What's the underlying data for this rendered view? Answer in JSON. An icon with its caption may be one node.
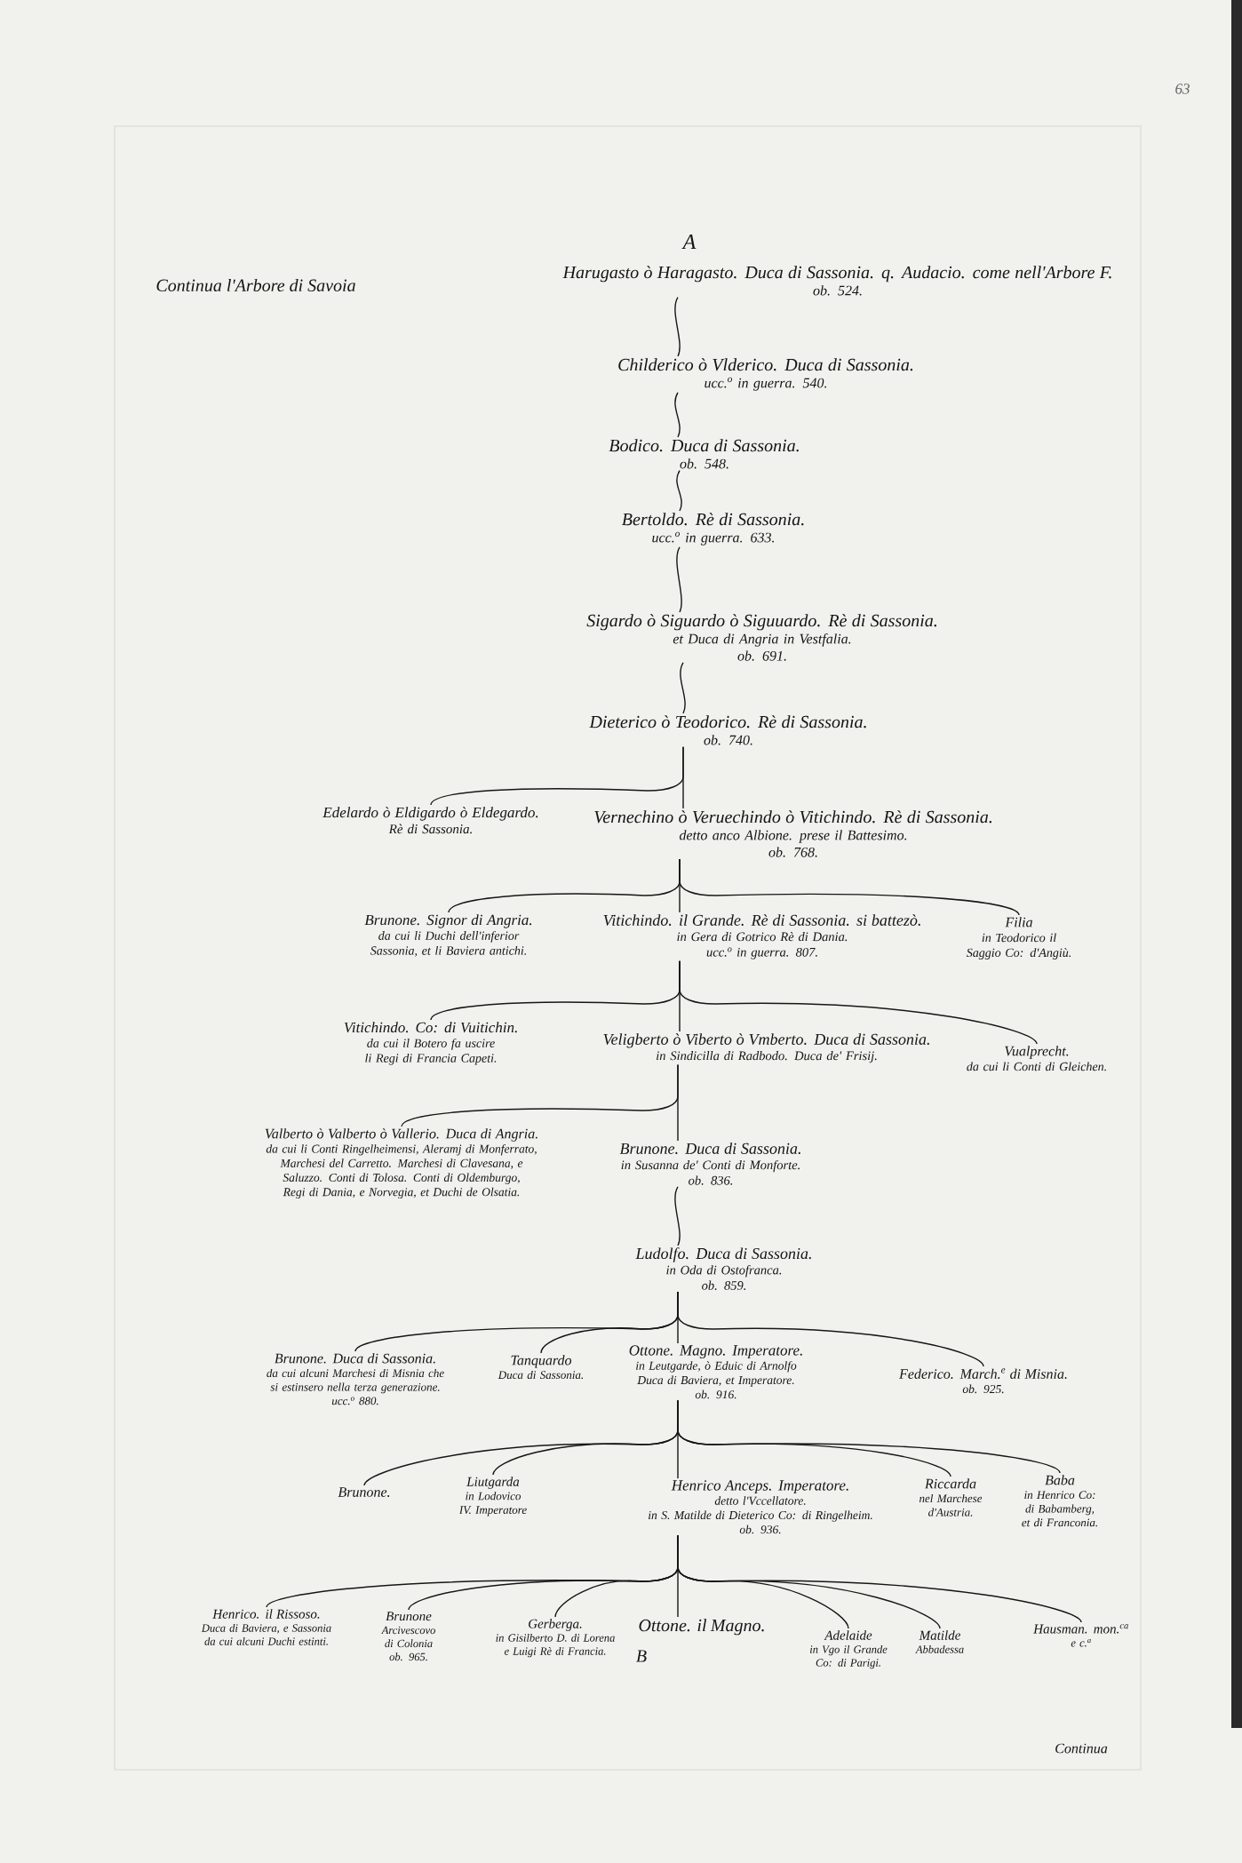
{
  "diagram": {
    "nodes": [
      {
        "text": [
          "Harugasto ò Haragasto. Duca di Sassonia. q. Audacio. come nell'Arbore F.",
          "ob. 524."
        ],
        "beside": [
          "A"
        ]
      },
      {
        "text": [
          "Childerico ò Vlderico. Duca di Sassonia.",
          "ucc.$^{o}$ in guerra. 540."
        ]
      },
      {
        "text": [
          "Bodico. Duca di Sassonia.",
          "ob. 548."
        ]
      },
      {
        "text": [
          "Bertoldo. Rè di Sassonia.",
          "ucc.$^{o}$ in guerra. 633."
        ]
      },
      {
        "text": [
          "Sigardo ò Siguardo ò Siguuardo. Rè di Sassonia.",
          "et Duca di Angria in Vestfalia.",
          "ob. 691."
        ]
      },
      {
        "text": [
          "Dieterico ò Teodorico. Rè di Sassonia.",
          "ob. 740."
        ]
      },
      {
        "text": [
          "Edelardo ò Eldigardo ò Eldegardo.",
          "Rè di Sassonia."
        ]
      },
      {
        "text": [
          "Vernechino ò Veruechindo ò Vitichindo. Rè di Sassonia.",
          "detto anco Albione. prese il Battesimo.",
          "ob. 768."
        ]
      },
      {
        "text": [
          "Brunone. Signor di Angria.",
          "da cui li Duchi dell'inferior Sassonia, et li Baviera antichi."
        ]
      },
      {
        "text": [
          "Vitichindo. il Grande. Rè di Sassonia. si battezò.",
          "in Gera di Gotrico Rè di Dania.",
          "ucc.$^{o}$ in guerra. 807."
        ]
      },
      {
        "text": [
          "Filia",
          "in Teodorico il Saggio Co: d'Angiù."
        ]
      },
      {
        "text": [
          "Vitichindo. Co: di Vuitichin.",
          "da cui il Botero fa uscire li Regi di Francia Capeti."
        ]
      },
      {
        "text": [
          "Veligberto ò Viberto ò Vmberto. Duca di Sassonia.",
          "in Sindicilla di Radbodo. Duca de' Frisij."
        ]
      },
      {
        "text": [
          "Vualprecht.",
          "da cui li Conti di Gleichen."
        ]
      },
      {
        "text": [
          "Valberto ò Valberto ò Vallerio. Duca di Angria.",
          "da cui li Conti Ringelheimensi, Aleramj di Monferrato, Marchesi del Carretto. Marchesi di Clavesana, e Saluzzo. Conti di Tolosa. Conti di Oldemburgo, Regi di Dania, e Norvegia, et Duchi de Olsatia."
        ]
      },
      {
        "text": [
          "Brunone. Duca di Sassonia.",
          "in Susanna de' Conti di Monforte.",
          "ob. 836."
        ]
      },
      {
        "text": [
          "Ludolfo. Duca di Sassonia.",
          "in Oda di Ostofranca.",
          "ob. 859."
        ]
      },
      {
        "text": [
          "Brunone. Duca di Sassonia.",
          "da cui alcuni Marchesi di Misnia che si estinsero nella terza generazione.",
          "ucc.$^{o}$ 880."
        ]
      },
      {
        "text": [
          "Tanquardo",
          "Duca di Sassonia."
        ]
      },
      {
        "text": [
          "Ottone. Magno. Imperatore.",
          "in Leutgarde, ò Eduic di Arnolfo Duca di Baviera, et Imperatore.",
          "ob. 916."
        ]
      },
      {
        "text": [
          "Federico. March.$^{e}$ di Misnia.",
          "ob. 925."
        ]
      },
      {
        "text": [
          "Brunone."
        ]
      },
      {
        "text": [
          "Liutgarda",
          "in Lodovico IV. Imperatore"
        ]
      },
      {
        "text": [
          "Henrico Anceps. Imperatore.",
          "detto l'Vccellatore.",
          "in S. Matilde di Dieterico Co: di Ringelheim.",
          "ob. 936."
        ]
      },
      {
        "text": [
          "Riccarda",
          "nel Marchese d'Austria."
        ]
      },
      {
        "text": [
          "Baba",
          "in Henrico Co: di Babamberg, et di Franconia."
        ]
      },
      {
        "text": [
          "Henrico. il Rissoso.",
          "Duca di Baviera, e Sassonia da cui alcuni Duchi estinti."
        ]
      },
      {
        "text": [
          "Brunone",
          "Arcivescovo di Colonia",
          "ob. 965."
        ]
      },
      {
        "text": [
          "Gerberga.",
          "in Gisilberto D. di Lorena e Luigi Rè di Francia."
        ]
      },
      {
        "text": [
          "Ottone. il Magno."
        ],
        "beside": [
          "B"
        ]
      },
      {
        "text": [
          "Adelaide",
          "in Vgo il Grande Co: di Parigi."
        ]
      },
      {
        "text": [
          "Matilde",
          "Abbadessa"
        ]
      },
      {
        "text": [
          "Hausman. mon.$^{ca}$",
          "e c.$^{a}$"
        ]
      }
    ],
    "edges": [
      {
        "from": 0,
        "to": 1,
        "arrow": "none"
      },
      {
        "from": 1,
        "to": 2,
        "arrow": "none"
      },
      {
        "from": 2,
        "to": 3,
        "arrow": "none"
      },
      {
        "from": 3,
        "to": 4,
        "arrow": "none"
      },
      {
        "from": 4,
        "to": 5,
        "arrow": "none"
      },
      {
        "from": 5,
        "to": 6,
        "arrow": "none"
      },
      {
        "from": 5,
        "to": 7,
        "arrow": "none"
      },
      {
        "from": 7,
        "to": 8,
        "arrow": "none"
      },
      {
        "from": 7,
        "to": 9,
        "arrow": "none"
      },
      {
        "from": 7,
        "to": 10,
        "arrow": "none"
      },
      {
        "from": 9,
        "to": 11,
        "arrow": "none"
      },
      {
        "from": 9,
        "to": 12,
        "arrow": "none"
      },
      {
        "from": 9,
        "to": 13,
        "arrow": "none"
      },
      {
        "from": 12,
        "to": 14,
        "arrow": "none"
      },
      {
        "from": 12,
        "to": 15,
        "arrow": "none"
      },
      {
        "from": 15,
        "to": 16,
        "arrow": "none"
      },
      {
        "from": 16,
        "to": 17,
        "arrow": "none"
      },
      {
        "from": 16,
        "to": 18,
        "arrow": "none"
      },
      {
        "from": 16,
        "to": 19,
        "arrow": "none"
      },
      {
        "from": 16,
        "to": 20,
        "arrow": "none"
      },
      {
        "from": 19,
        "to": 21,
        "arrow": "none"
      },
      {
        "from": 19,
        "to": 22,
        "arrow": "none"
      },
      {
        "from": 19,
        "to": 23,
        "arrow": "none"
      },
      {
        "from": 19,
        "to": 24,
        "arrow": "none"
      },
      {
        "from": 19,
        "to": 25,
        "arrow": "none"
      },
      {
        "from": 23,
        "to": 26,
        "arrow": "none"
      },
      {
        "from": 23,
        "to": 27,
        "arrow": "none"
      },
      {
        "from": 23,
        "to": 28,
        "arrow": "none"
      },
      {
        "from": 23,
        "to": 29,
        "arrow": "none"
      },
      {
        "from": 23,
        "to": 30,
        "arrow": "none"
      },
      {
        "from": 23,
        "to": 31,
        "arrow": "none"
      },
      {
        "from": 23,
        "to": 32,
        "arrow": "none"
      }
    ],
    "labels": [
      "63",
      "Continua l'Arbore di Savoia",
      "Continua"
    ]
  }
}
